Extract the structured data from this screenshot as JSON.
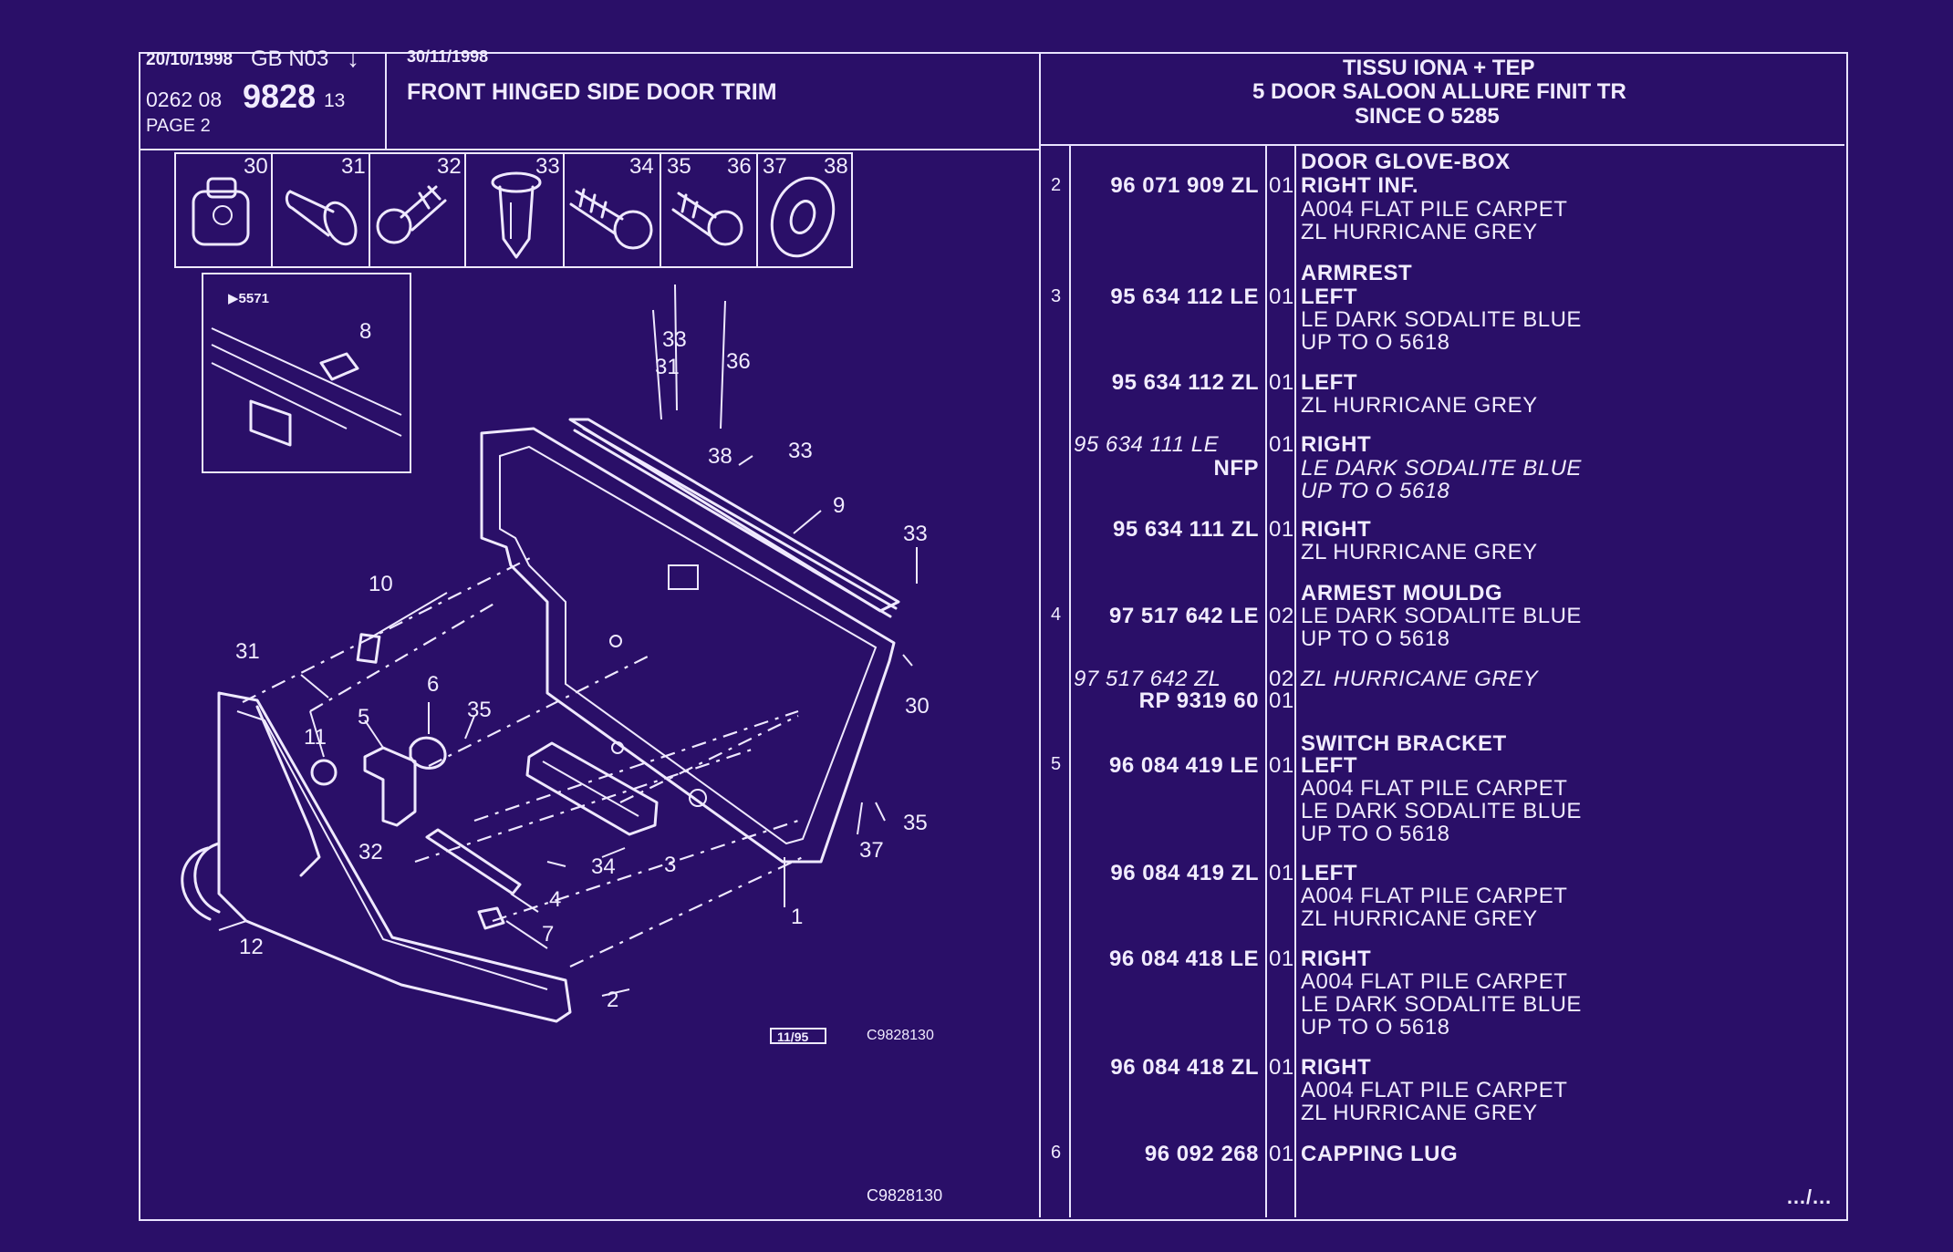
{
  "header": {
    "date": "20/10/1998",
    "region_code": "GB  N03",
    "arrow": "↓",
    "ref_prefix": "0262  08",
    "ref_main": "9828",
    "ref_suffix": "13",
    "page": "PAGE  2",
    "title_date": "30/11/1998",
    "title": "FRONT HINGED SIDE DOOR TRIM",
    "spec_line1": "TISSU IONA + TEP",
    "spec_line2": "5 DOOR SALOON ALLURE FINIT  TR",
    "spec_line3": "SINCE O       5285"
  },
  "fasteners": [
    "30",
    "31",
    "32",
    "33",
    "34",
    "35",
    "36",
    "37",
    "38"
  ],
  "inset": {
    "ref": "▶5571",
    "callout": "8"
  },
  "diagram_callouts": [
    "1",
    "2",
    "3",
    "4",
    "5",
    "6",
    "7",
    "9",
    "10",
    "11",
    "12",
    "30",
    "31",
    "32",
    "33",
    "34",
    "35",
    "36",
    "37",
    "38"
  ],
  "footer": {
    "stamp": "11/95",
    "drawing_code_small": "C9828130",
    "drawing_code": "C9828130",
    "continued": "…/…"
  },
  "parts": [
    {
      "ref": "2",
      "part_no": "96 071 909 ZL",
      "qty": "01",
      "title": "DOOR GLOVE-BOX",
      "side": "RIGHT INF.",
      "lines": [
        "A004 FLAT PILE CARPET",
        "ZL HURRICANE GREY"
      ],
      "italic": false
    },
    {
      "ref": "3",
      "part_no": "95 634 112 LE",
      "qty": "01",
      "title": "ARMREST",
      "side": "LEFT",
      "lines": [
        "LE DARK SODALITE BLUE",
        "UP TO O 5618"
      ],
      "italic": false
    },
    {
      "ref": "",
      "part_no": "95 634 112 ZL",
      "qty": "01",
      "title": "",
      "side": "LEFT",
      "lines": [
        "ZL HURRICANE GREY"
      ],
      "italic": false
    },
    {
      "ref": "",
      "part_no": "95 634 111 LE",
      "part_no2": "NFP",
      "qty": "01",
      "title": "",
      "side": "RIGHT",
      "lines": [
        "LE DARK SODALITE BLUE",
        "UP TO O 5618"
      ],
      "italic": true
    },
    {
      "ref": "",
      "part_no": "95 634 111 ZL",
      "qty": "01",
      "title": "",
      "side": "RIGHT",
      "lines": [
        "ZL HURRICANE GREY"
      ],
      "italic": false
    },
    {
      "ref": "4",
      "part_no": "97 517 642 LE",
      "qty": "02",
      "title": "ARMEST MOULDG",
      "side": "",
      "lines": [
        "LE DARK SODALITE BLUE",
        "UP TO O 5618"
      ],
      "italic": false
    },
    {
      "ref": "",
      "part_no": "97 517 642 ZL",
      "qty": "02",
      "title": "",
      "side": "",
      "lines": [
        "ZL HURRICANE GREY"
      ],
      "italic": true
    },
    {
      "ref": "",
      "part_no": "RP  9319 60",
      "qty": "01",
      "title": "",
      "side": "",
      "lines": [],
      "italic": false
    },
    {
      "ref": "5",
      "part_no": "96 084 419 LE",
      "qty": "01",
      "title": "SWITCH BRACKET",
      "side": "LEFT",
      "lines": [
        "A004 FLAT PILE CARPET",
        "LE DARK SODALITE BLUE",
        "UP TO O 5618"
      ],
      "italic": false
    },
    {
      "ref": "",
      "part_no": "96 084 419 ZL",
      "qty": "01",
      "title": "",
      "side": "LEFT",
      "lines": [
        "A004 FLAT PILE CARPET",
        "ZL HURRICANE GREY"
      ],
      "italic": false
    },
    {
      "ref": "",
      "part_no": "96 084 418 LE",
      "qty": "01",
      "title": "",
      "side": "RIGHT",
      "lines": [
        "A004 FLAT PILE CARPET",
        "LE DARK SODALITE BLUE",
        "UP TO O 5618"
      ],
      "italic": false
    },
    {
      "ref": "",
      "part_no": "96 084 418 ZL",
      "qty": "01",
      "title": "",
      "side": "RIGHT",
      "lines": [
        "A004 FLAT PILE CARPET",
        "ZL HURRICANE GREY"
      ],
      "italic": false
    },
    {
      "ref": "6",
      "part_no": "96 092 268",
      "qty": "01",
      "title": "",
      "side": "CAPPING LUG",
      "lines": [],
      "italic": false
    }
  ]
}
